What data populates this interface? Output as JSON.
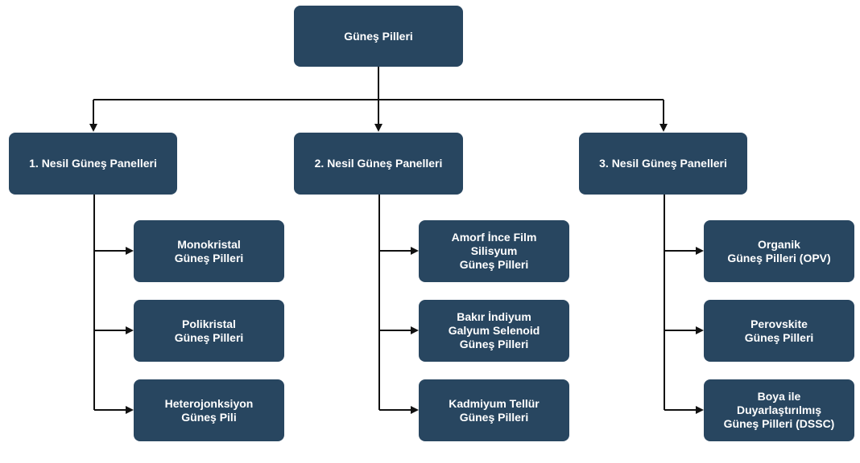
{
  "root": {
    "label": "Güneş Pilleri"
  },
  "generations": [
    {
      "label": "1. Nesil Güneş Panelleri",
      "children": [
        "Monokristal\nGüneş Pilleri",
        "Polikristal\nGüneş Pilleri",
        "Heterojonksiyon\nGüneş Pili"
      ]
    },
    {
      "label": "2. Nesil Güneş Panelleri",
      "children": [
        "Amorf İnce Film\nSilisyum\nGüneş Pilleri",
        "Bakır İndiyum\nGalyum Selenoid\nGüneş Pilleri",
        "Kadmiyum Tellür\nGüneş Pilleri"
      ]
    },
    {
      "label": "3. Nesil Güneş Panelleri",
      "children": [
        "Organik\nGüneş Pilleri (OPV)",
        "Perovskite\nGüneş Pilleri",
        "Boya ile\nDuyarlaştırılmış\nGüneş Pilleri (DSSC)"
      ]
    }
  ],
  "colors": {
    "node": "#284660",
    "line": "#111111",
    "text": "#ffffff"
  }
}
